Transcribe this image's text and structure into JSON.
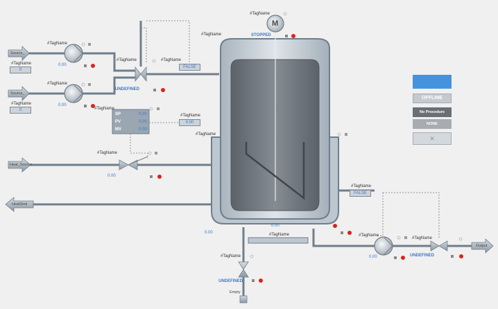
{
  "tag": "#TagName",
  "tank": {
    "tag": "#TagName",
    "level_value": "0.00",
    "temp_value": "0.00",
    "bottom_value": "0.00"
  },
  "agitator": {
    "label": "M",
    "state": "STOPPED"
  },
  "sources": [
    {
      "name": "Source_",
      "value": "0",
      "pump_value": "0.00"
    },
    {
      "name": "Source_",
      "value": "0",
      "pump_value": "0.00"
    }
  ],
  "inlet_valve": {
    "state": "UNDEFINED",
    "display": "FALSE"
  },
  "controller": {
    "rows": [
      {
        "label": "SP",
        "value": "0.00"
      },
      {
        "label": "PV",
        "value": "0.00"
      },
      {
        "label": "MV",
        "value": "0.00"
      }
    ],
    "output": "0.00"
  },
  "heat": {
    "source": "Heat_Source",
    "sink": "HeatSink",
    "valve_value": "0.00"
  },
  "outlet": {
    "display": "FALSE",
    "pump_value": "0.00",
    "valve_state": "UNDEFINED",
    "name": "Output"
  },
  "drain": {
    "valve_state": "UNDEFINED",
    "name": "Empty"
  },
  "status_panel": {
    "mode": "OFFLINE",
    "procedure": "No Procedure",
    "step": "NONE",
    "tool_icon": "tools-icon"
  },
  "colors": {
    "accent": "#4593de",
    "alarm": "#e0201b",
    "value_text": "#3a78c8",
    "pipe": "#6f7e8b"
  }
}
